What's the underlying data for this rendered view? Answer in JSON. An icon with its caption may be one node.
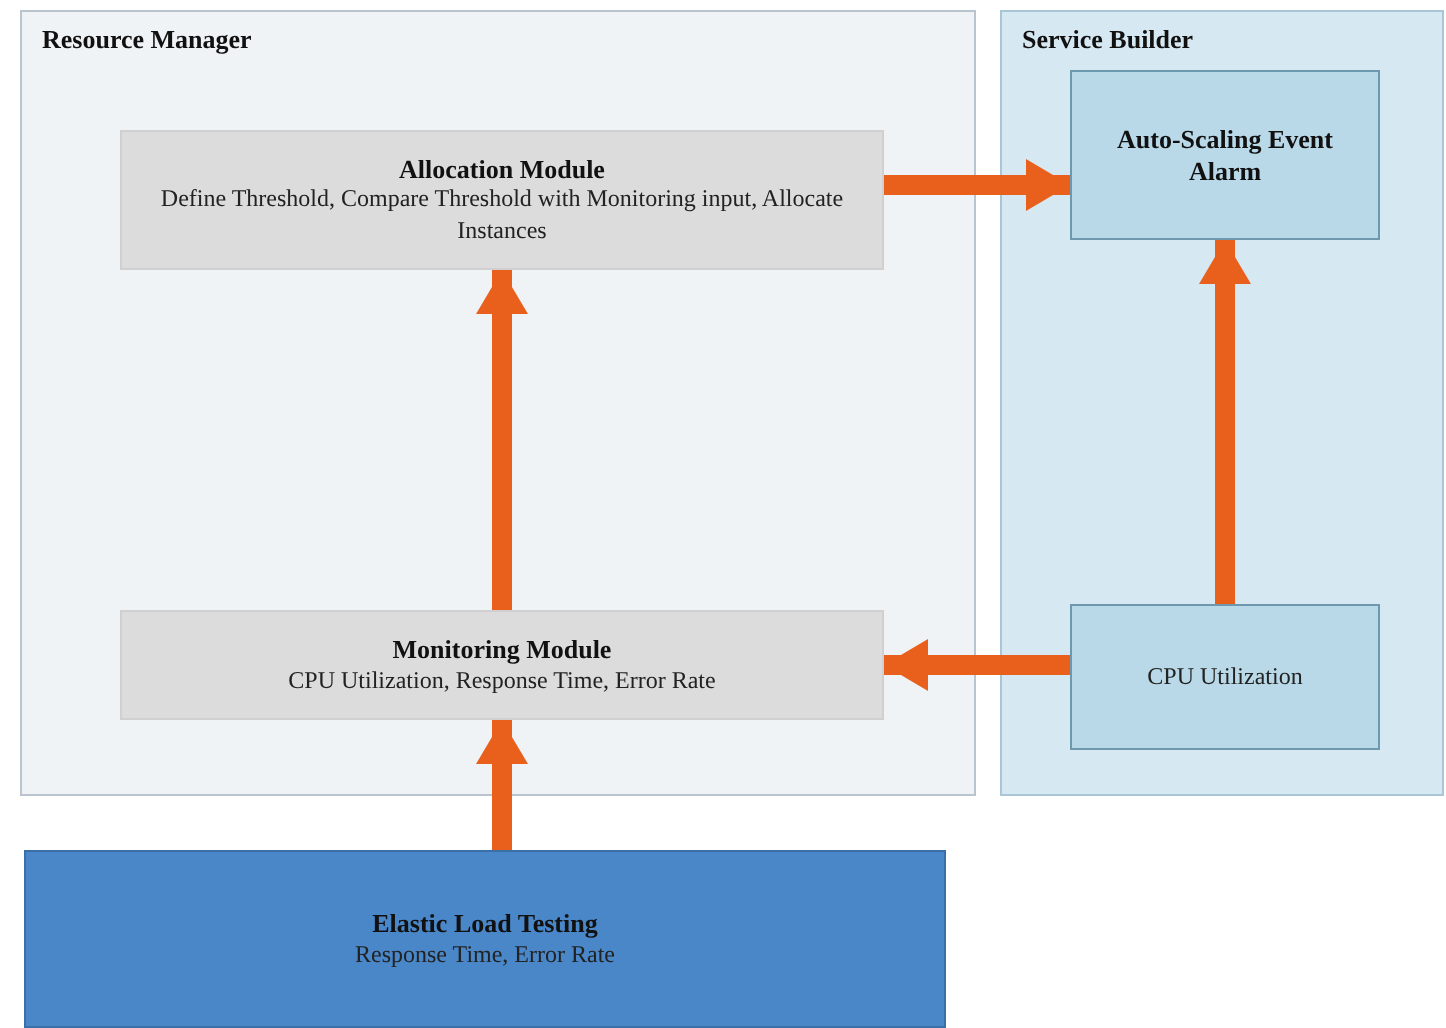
{
  "diagram": {
    "nodes": [
      {
        "text": [
          "Resource Manager"
        ]
      },
      {
        "text": [
          "Allocation Module",
          "Define Threshold, Compare Threshold with Monitoring input, Allocate Instances"
        ],
        "in": 0
      },
      {
        "text": [
          "Monitoring Module",
          "CPU Utilization, Response Time, Error Rate"
        ],
        "in": 0
      },
      {
        "text": [
          "Service Builder"
        ]
      },
      {
        "text": [
          "Auto-Scaling Event Alarm"
        ],
        "in": 3
      },
      {
        "text": [
          "CPU Utilization"
        ],
        "in": 3
      },
      {
        "text": [
          "Elastic Load Testing",
          "Response Time, Error Rate"
        ]
      }
    ],
    "edges": [
      {
        "from": 1,
        "to": 4,
        "arrow": "to"
      },
      {
        "from": 2,
        "to": 1,
        "arrow": "to"
      },
      {
        "from": 5,
        "to": 4,
        "arrow": "to"
      },
      {
        "from": 5,
        "to": 2,
        "arrow": "to"
      },
      {
        "from": 6,
        "to": 2,
        "arrow": "to"
      }
    ]
  }
}
